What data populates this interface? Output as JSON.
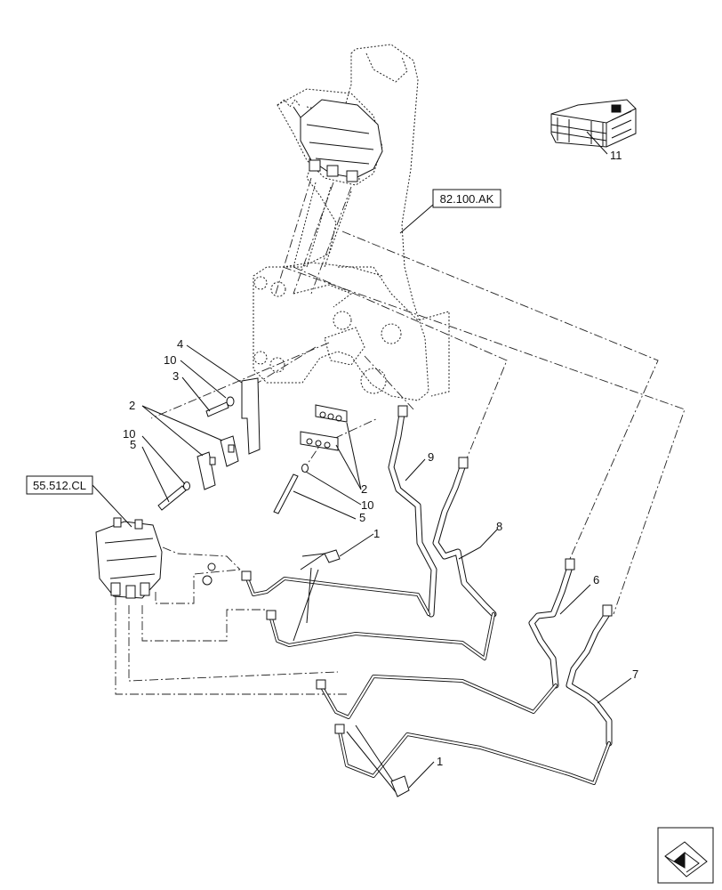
{
  "ref_links": {
    "upper": "82.100.AK",
    "left": "55.512.CL"
  },
  "callouts": {
    "c1_top": "1",
    "c1_bottom": "1",
    "c2_left": "2",
    "c2_right": "2",
    "c3": "3",
    "c4": "4",
    "c5_left": "5",
    "c5_right": "5",
    "c6": "6",
    "c7": "7",
    "c8": "8",
    "c9": "9",
    "c10_upper": "10",
    "c10_lower": "10",
    "c10_right": "10",
    "c11": "11"
  },
  "icons": {
    "shipping_crate": "crate-icon",
    "navigation": "next-page-arrow-icon"
  },
  "colors": {
    "line": "#111111",
    "background": "#ffffff"
  }
}
